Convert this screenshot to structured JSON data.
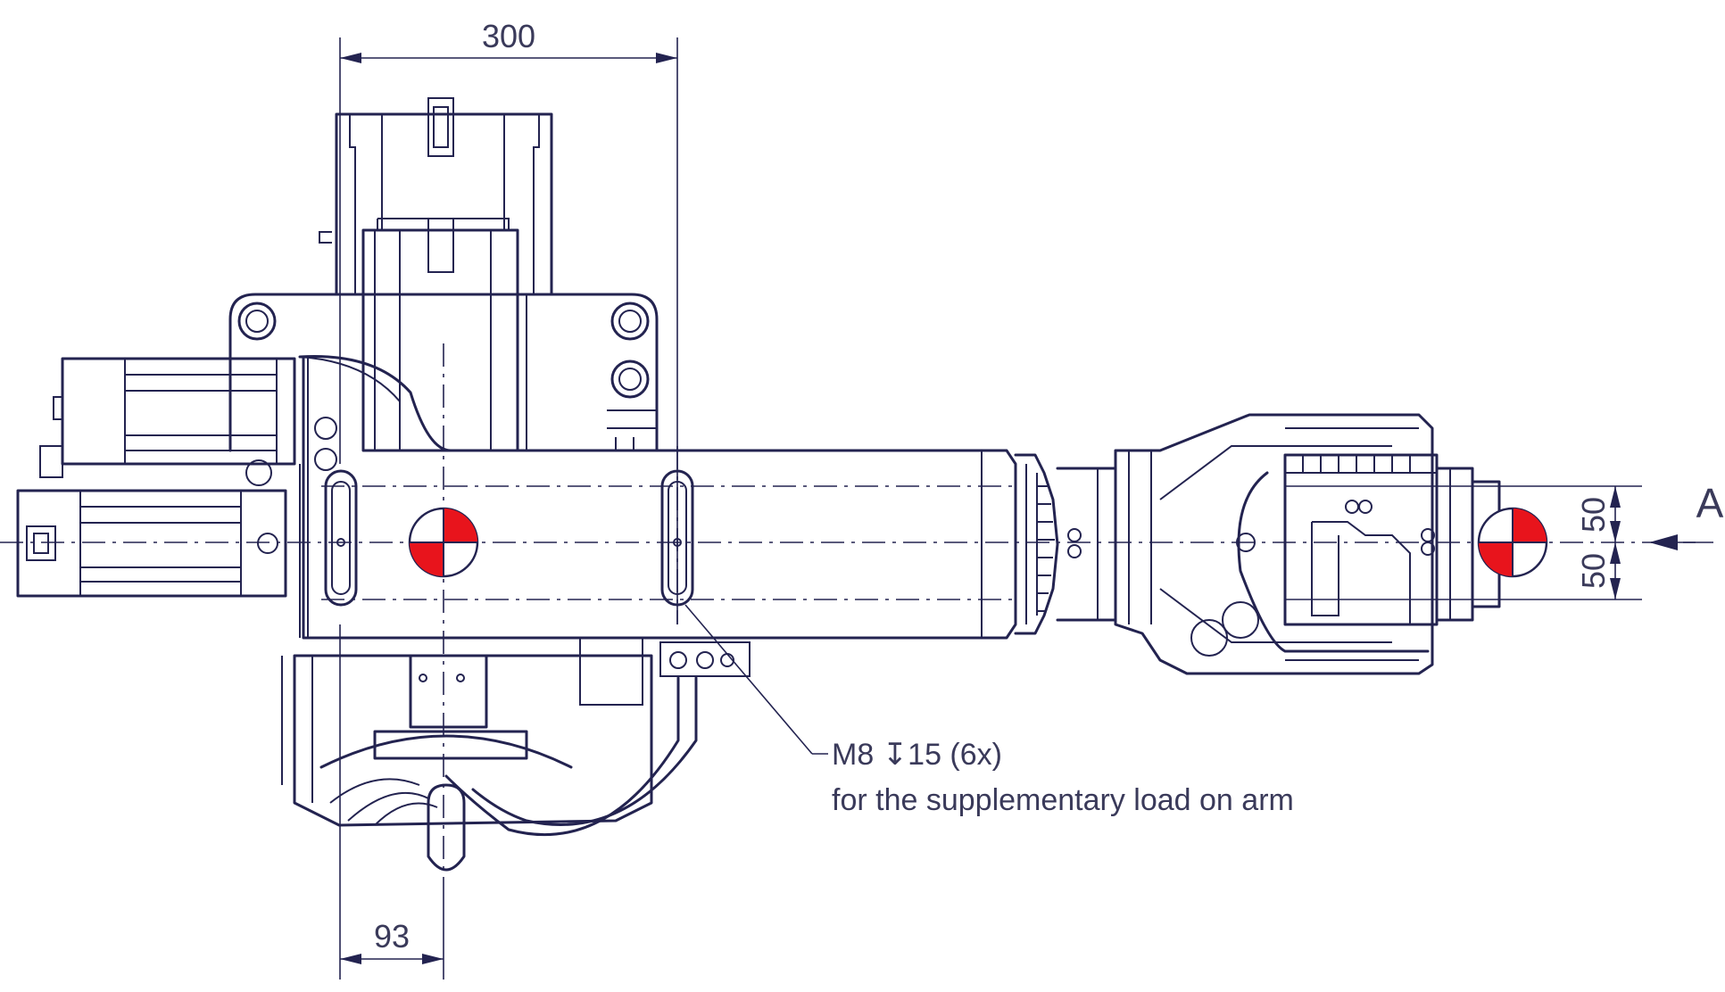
{
  "dimensions": {
    "top_width": "300",
    "bottom_offset": "93",
    "upper_offset": "50",
    "lower_offset": "50"
  },
  "note": {
    "thread": "M8 ↧15 (6x)",
    "purpose": "for the supplementary load on arm"
  },
  "view_label": "A",
  "colors": {
    "line": "#232350",
    "cog_marker": "#e8141c"
  },
  "icons": [
    "center-of-gravity-icon",
    "view-direction-arrow-icon"
  ]
}
